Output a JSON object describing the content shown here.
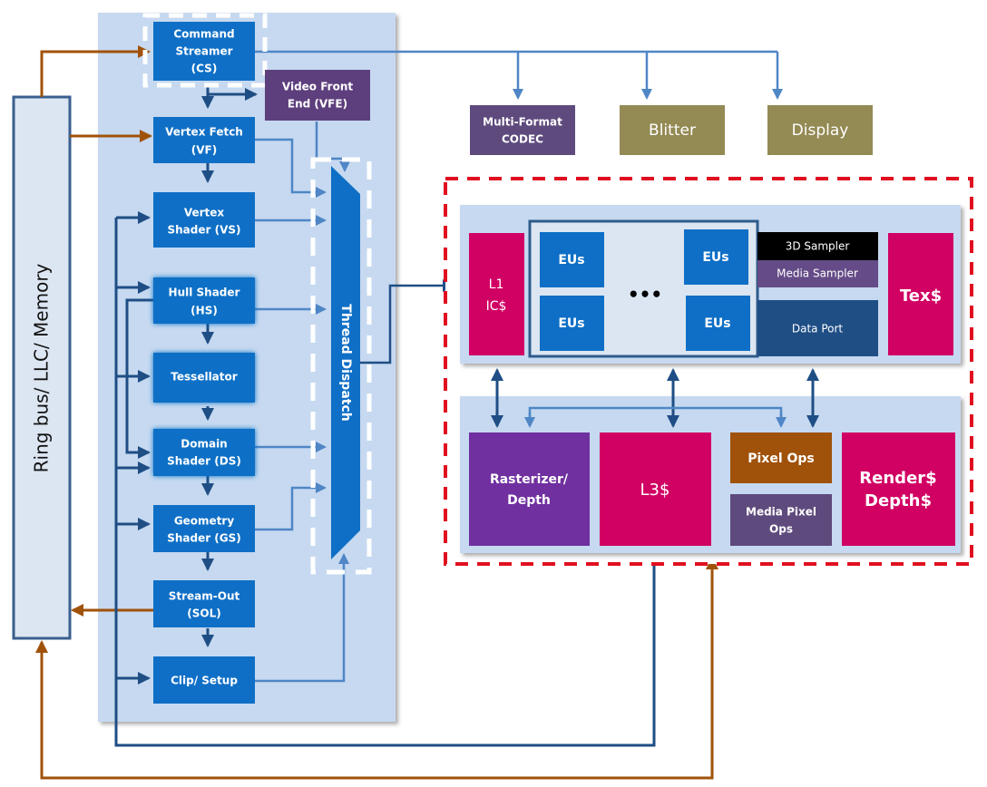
{
  "diagram": {
    "title": "GPU architecture block diagram",
    "colors": {
      "pipeline_block": "#0f6fc6",
      "pipeline_panel": "#c6d9f0",
      "video_front_end": "#5e3f7d",
      "codec": "#5e4a7d",
      "olive": "#948a54",
      "cache_pink": "#d10063",
      "rasterizer_purple": "#7030a0",
      "pixel_ops_brown": "#a0520a",
      "data_port": "#1f4e85",
      "sampler_3d": "#000000",
      "media_sampler": "#654b87",
      "arrow_dark": "#1f4e85",
      "arrow_light": "#4f86c6",
      "arrow_memory": "#a0520a",
      "highlight_dashed": "#e01020"
    },
    "ring_bus": {
      "label": "Ring bus/ LLC/ Memory"
    },
    "pipeline": {
      "command_streamer": [
        "Command",
        "Streamer",
        "(CS)"
      ],
      "video_front_end": [
        "Video Front",
        "End (VFE)"
      ],
      "vertex_fetch": [
        "Vertex Fetch",
        "(VF)"
      ],
      "vertex_shader": [
        "Vertex",
        "Shader (VS)"
      ],
      "hull_shader": [
        "Hull Shader",
        "(HS)"
      ],
      "tessellator": [
        "Tessellator"
      ],
      "domain_shader": [
        "Domain",
        "Shader (DS)"
      ],
      "geometry_shader": [
        "Geometry",
        "Shader (GS)"
      ],
      "stream_out": [
        "Stream-Out",
        "(SOL)"
      ],
      "clip_setup": [
        "Clip/ Setup"
      ],
      "thread_dispatch": "Thread Dispatch"
    },
    "fixed_function": {
      "codec": [
        "Multi-Format",
        "CODEC"
      ],
      "blitter": "Blitter",
      "display": "Display"
    },
    "slice_common": {
      "l1_icache": [
        "L1",
        "IC$"
      ],
      "eus": [
        "EUs",
        "EUs",
        "EUs",
        "EUs"
      ],
      "ellipsis": "•••",
      "sampler_3d": "3D Sampler",
      "media_sampler": "Media Sampler",
      "data_port": "Data Port",
      "tex_cache": "Tex$"
    },
    "slice_backend": {
      "rasterizer": [
        "Rasterizer/",
        "Depth"
      ],
      "l3_cache": "L3$",
      "pixel_ops": "Pixel Ops",
      "media_pixel_ops": [
        "Media Pixel",
        "Ops"
      ],
      "render_depth_cache": [
        "Render$",
        "Depth$"
      ]
    }
  }
}
